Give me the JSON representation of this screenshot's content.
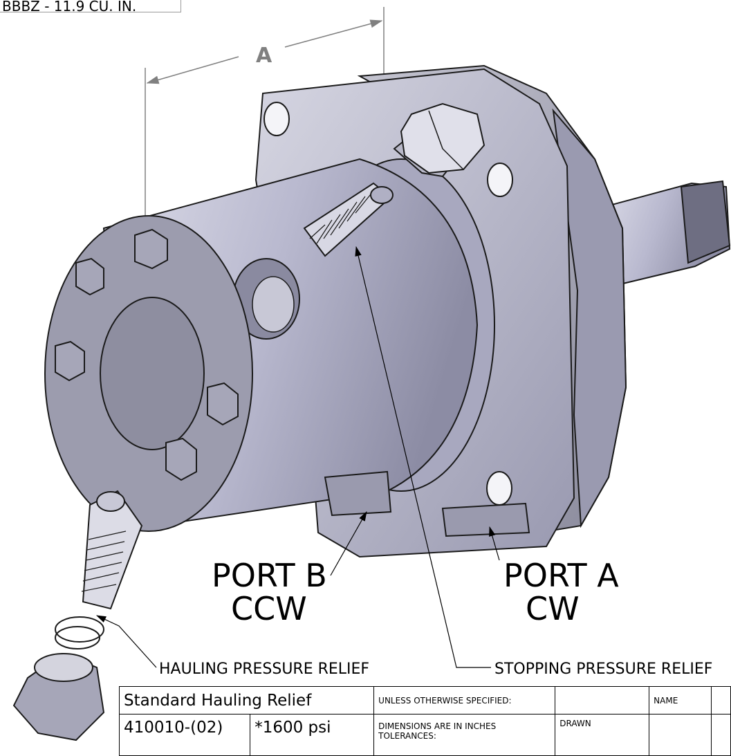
{
  "spec_box": {
    "text": "BBBZ - 11.9 CU. IN."
  },
  "dimension": {
    "label": "A"
  },
  "callouts": {
    "port_b": {
      "line1": "PORT B",
      "line2": "CCW"
    },
    "port_a": {
      "line1": "PORT A",
      "line2": "CW"
    },
    "hauling_relief": "HAULING PRESSURE RELIEF",
    "stopping_relief": "STOPPING PRESSURE RELIEF"
  },
  "title_block": {
    "product_name": "Standard Hauling Relief",
    "part_number": "410010-(02)",
    "pressure": "*1600 psi",
    "unless_specified": "UNLESS OTHERWISE SPECIFIED:",
    "dimensions_note": "DIMENSIONS ARE IN INCHES",
    "tolerances": "TOLERANCES:",
    "name_header": "NAME",
    "drawn_label": "DRAWN"
  },
  "colors": {
    "body": "#b3b3c8",
    "body_dark": "#75758c",
    "outline": "#1a1a1a",
    "leader": "#000000",
    "dim_line": "#808080"
  }
}
